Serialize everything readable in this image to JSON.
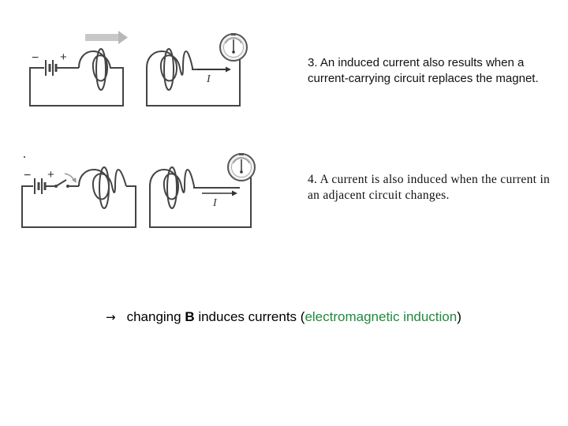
{
  "figure1": {
    "terminal_minus": "−",
    "terminal_plus": "+",
    "current_label": "I",
    "caption": "3.  An induced current also results when a current-carrying circuit replaces the magnet."
  },
  "figure2": {
    "terminal_minus": "−",
    "terminal_plus": "+",
    "current_label": "I",
    "caption": "4.  A current is also induced when the current in an adjacent circuit changes."
  },
  "conclusion": {
    "arrow": "→",
    "text_part1": "changing ",
    "bold_symbol": "B",
    "text_part2": " induces currents  (",
    "highlight": "electromagnetic induction",
    "text_part3": ")"
  },
  "colors": {
    "wire": "#444444",
    "motion_arrow": "#bbbbbb",
    "highlight": "#1f8a3c"
  }
}
